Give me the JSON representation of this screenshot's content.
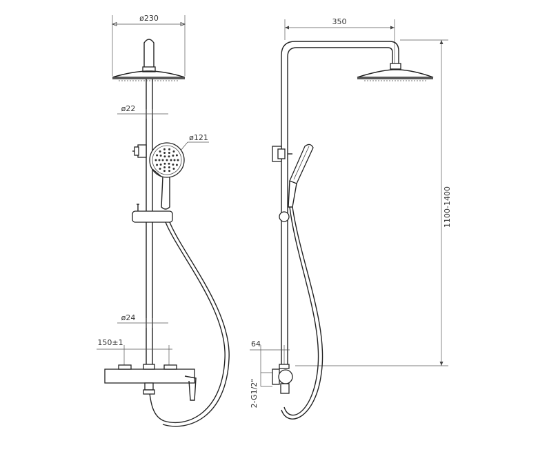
{
  "dimensions": {
    "head_diameter": "ø230",
    "arm_length": "350",
    "pipe_upper_diameter": "ø22",
    "hand_shower_diameter": "ø121",
    "height_range": "1100-1400",
    "pipe_lower_diameter": "ø24",
    "inlet_spacing": "150±1",
    "wall_offset": "64",
    "inlet_thread": "2-G1/2\""
  }
}
